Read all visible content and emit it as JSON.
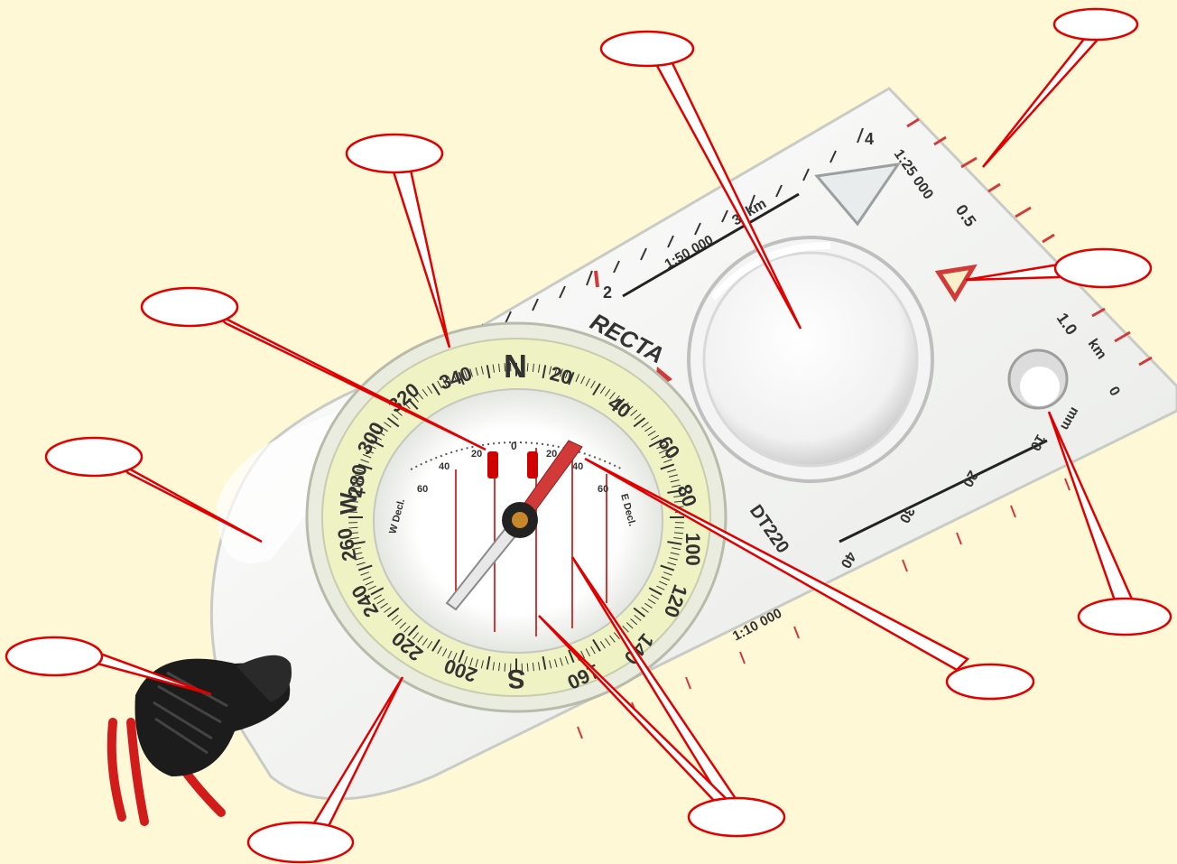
{
  "colors": {
    "background": "#fff8d6",
    "callout_stroke": "#e00000",
    "callout_fill": "#ffffff",
    "scale_red": "#d23a3a",
    "bezel_glow": "#eef3c8",
    "baseplate": "#f2f3f0"
  },
  "brand": {
    "text": "RECTA"
  },
  "model": {
    "text": "DT220"
  },
  "rulers": {
    "s25000": "1:25 000",
    "s50000": "1:50 000",
    "s10000": "1:10 000",
    "km_top": "km",
    "km_side": "km",
    "v_4": "4",
    "v_2": "2",
    "v_3": "3",
    "v_05": "0.5",
    "v_10": "1.0",
    "mm_0": "0",
    "mm_unit": "mm",
    "mm_10": "10",
    "mm_20": "20",
    "mm_30": "30",
    "mm_40": "40"
  },
  "dial": {
    "cardinal_N": "N",
    "cardinal_W": "W",
    "cardinal_S": "S",
    "deg_20": "20",
    "deg_40": "40",
    "deg_60": "60",
    "deg_80": "80",
    "deg_100": "100",
    "deg_120": "120",
    "deg_140": "140",
    "deg_160": "160",
    "deg_200": "200",
    "deg_220": "220",
    "deg_240": "240",
    "deg_260": "260",
    "deg_280": "280",
    "deg_300": "300",
    "deg_320": "320",
    "deg_340": "340"
  },
  "declination": {
    "w_label": "W Decl.",
    "e_label": "E Decl.",
    "zero": "0",
    "w20": "20",
    "w40": "40",
    "w60": "60",
    "e20": "20",
    "e40": "40",
    "e60": "60"
  },
  "callouts": [
    {
      "id": "magnifier",
      "text": ""
    },
    {
      "id": "ruler-scale",
      "text": ""
    },
    {
      "id": "bezel-ring",
      "text": ""
    },
    {
      "id": "direction-arrow",
      "text": ""
    },
    {
      "id": "orienting-arrow",
      "text": ""
    },
    {
      "id": "base-plate",
      "text": ""
    },
    {
      "id": "sighting-hole",
      "text": ""
    },
    {
      "id": "lanyard-clip",
      "text": ""
    },
    {
      "id": "declination-scale",
      "text": ""
    },
    {
      "id": "degree-scale",
      "text": ""
    },
    {
      "id": "meridian-lines",
      "text": ""
    }
  ]
}
